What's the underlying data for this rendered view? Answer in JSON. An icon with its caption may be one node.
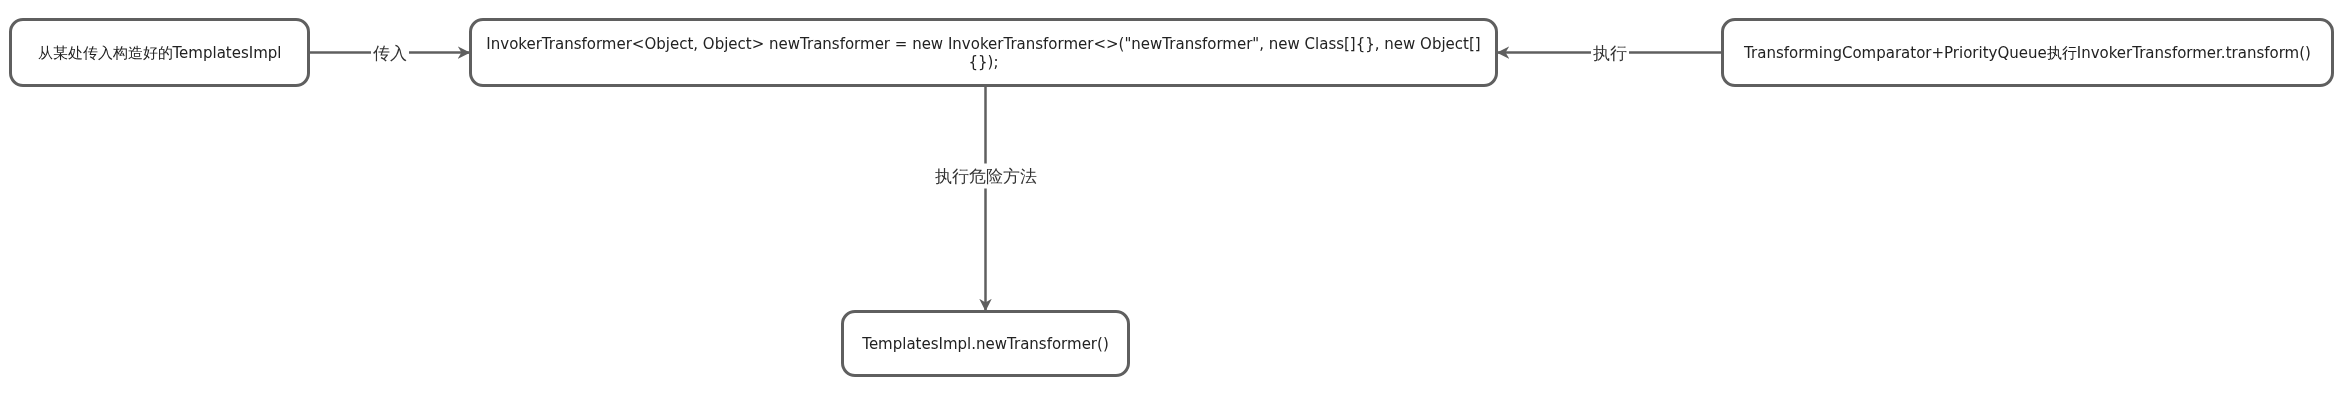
{
  "diagram": {
    "nodes": [
      {
        "text": [
          "从某处传入构造好的TemplatesImpl"
        ]
      },
      {
        "text": [
          "InvokerTransformer<Object, Object> newTransformer = new InvokerTransformer<>(\"newTransformer\", new Class[]{}, new Object[]{});"
        ]
      },
      {
        "text": [
          "TransformingComparator+PriorityQueue执行InvokerTransformer.transform()"
        ]
      },
      {
        "text": [
          "TemplatesImpl.newTransformer()"
        ]
      }
    ],
    "edges": [
      {
        "from": 0,
        "to": 1,
        "arrow": "to",
        "label": "传入"
      },
      {
        "from": 2,
        "to": 1,
        "arrow": "to",
        "label": "执行"
      },
      {
        "from": 1,
        "to": 3,
        "arrow": "to",
        "label": "执行危险方法"
      }
    ]
  }
}
